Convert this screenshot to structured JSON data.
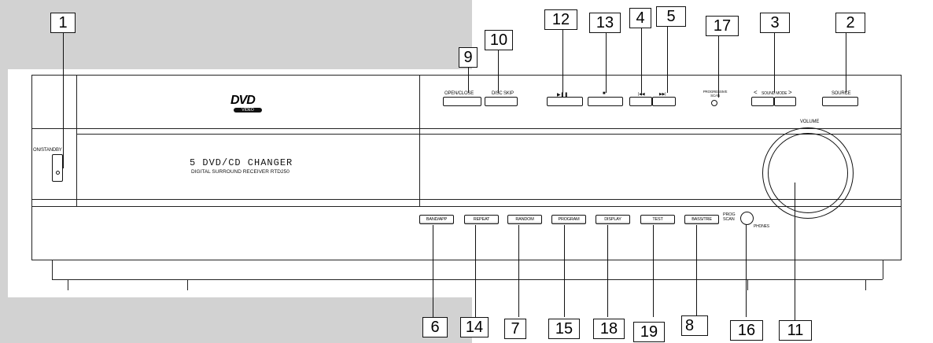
{
  "brand": {
    "logo": "DVD",
    "logo_sub": "VIDEO"
  },
  "display": {
    "title": "5 DVD/CD CHANGER",
    "subtitle": "DIGITAL SURROUND RECEIVER RTD250"
  },
  "labels": {
    "on_standby": "ON/STANDBY",
    "open_close": "OPEN/CLOSE",
    "disc_skip": "DISC SKIP",
    "play_pause": "▶❚❚",
    "stop": "■",
    "prev": "|◀◀",
    "next": "▶▶|",
    "progressive_scan": "PROGRESSIVE SCAN",
    "sound_mode": "SOUND MODE",
    "sound_left": "<",
    "sound_right": ">",
    "source": "SOURCE",
    "volume": "VOLUME",
    "band_app": "BAND/APP",
    "repeat": "REPEAT",
    "random": "RANDOM",
    "program": "PROGRAM",
    "display": "DISPLAY",
    "test": "TEST",
    "bass_tre": "BASS/TRE",
    "prog_scan": "PROG SCAN",
    "phones": "PHONES"
  },
  "callouts": [
    "1",
    "2",
    "3",
    "4",
    "5",
    "6",
    "7",
    "8",
    "9",
    "10",
    "11",
    "12",
    "13",
    "14",
    "15",
    "16",
    "17",
    "18",
    "19"
  ]
}
